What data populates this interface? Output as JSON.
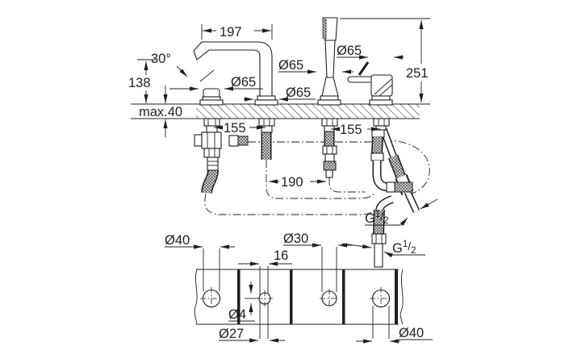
{
  "colors": {
    "background": "#ffffff",
    "line": "#1f1f1f"
  },
  "side_view": {
    "spout_width": "197",
    "spout_angle": "30°",
    "spout_height": "138",
    "deck_thickness": "max.40",
    "escutcheon_diameters": [
      "Ø65",
      "Ø65",
      "Ø65",
      "Ø65"
    ],
    "shower_height": "251",
    "spacing_left": "155",
    "spacing_right": "155",
    "spacing_middle": "190",
    "thread_labels": [
      {
        "base": "G",
        "sup": "1",
        "slash": "/",
        "sub": "2"
      },
      {
        "base": "G",
        "sup": "1",
        "slash": "/",
        "sub": "2"
      }
    ]
  },
  "plan_view": {
    "hole_left": "Ø40",
    "pin_offset": "16",
    "pin_hole": "Ø4",
    "counterbore": "Ø27",
    "hole_middle": "Ø30",
    "hole_right": "Ø40"
  }
}
